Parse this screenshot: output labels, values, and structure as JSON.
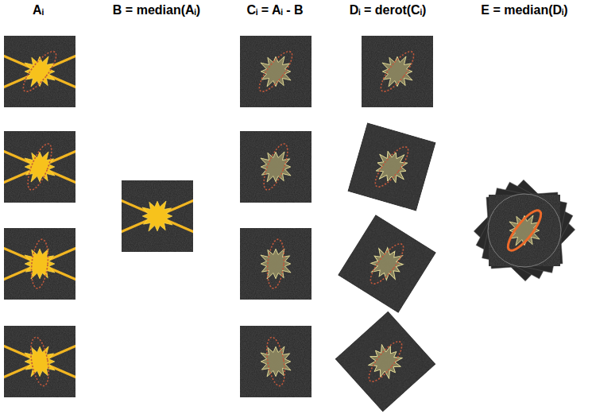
{
  "diagram": {
    "labels": [
      "Aᵢ",
      "B = median(Aᵢ)",
      "Cᵢ = Aᵢ - B",
      "Dᵢ = derot(Cᵢ)",
      "E = median(Dᵢ)"
    ]
  }
}
